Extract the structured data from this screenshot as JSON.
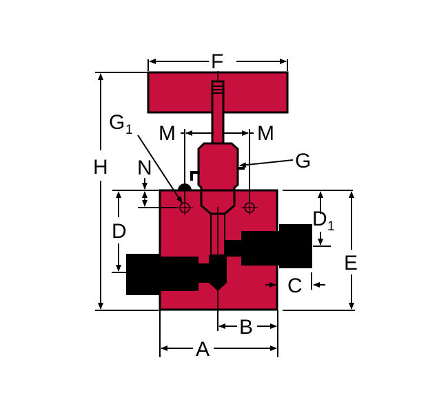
{
  "diagram": {
    "title": "Needle valve dimension drawing",
    "colors": {
      "body": "#c8103e",
      "outline": "#000000",
      "background": "#ffffff"
    },
    "labels": {
      "F": "F",
      "H": "H",
      "G1_main": "G",
      "G1_sub": "1",
      "M_left": "M",
      "M_right": "M",
      "G": "G",
      "N": "N",
      "D": "D",
      "D1_main": "D",
      "D1_sub": "1",
      "E": "E",
      "C": "C",
      "B": "B",
      "A": "A"
    }
  }
}
